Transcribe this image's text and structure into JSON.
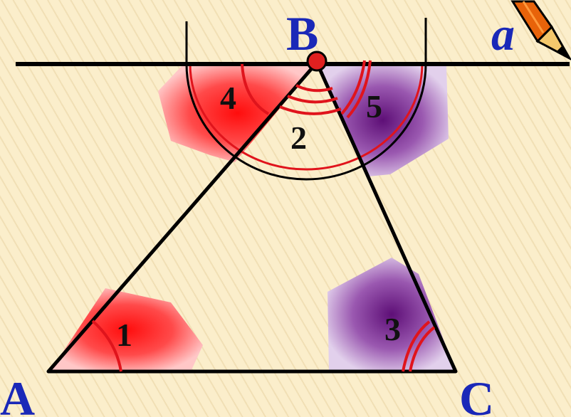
{
  "figure": {
    "vertices": {
      "A": "A",
      "B": "B",
      "C": "C"
    },
    "line_label": "a",
    "angle_labels": {
      "a1": "1",
      "a2": "2",
      "a3": "3",
      "a4": "4",
      "a5": "5"
    }
  },
  "colors": {
    "vertex_label": "#1a28b8",
    "line": "#000000",
    "arc": "#e0141c",
    "fill_red": "#ff1c1c",
    "fill_purple": "#7a2090",
    "point": "#e02020",
    "pencil_body": "#e8630a",
    "pencil_tip": "#f4c86c"
  },
  "icons": [
    "pencil-icon"
  ]
}
